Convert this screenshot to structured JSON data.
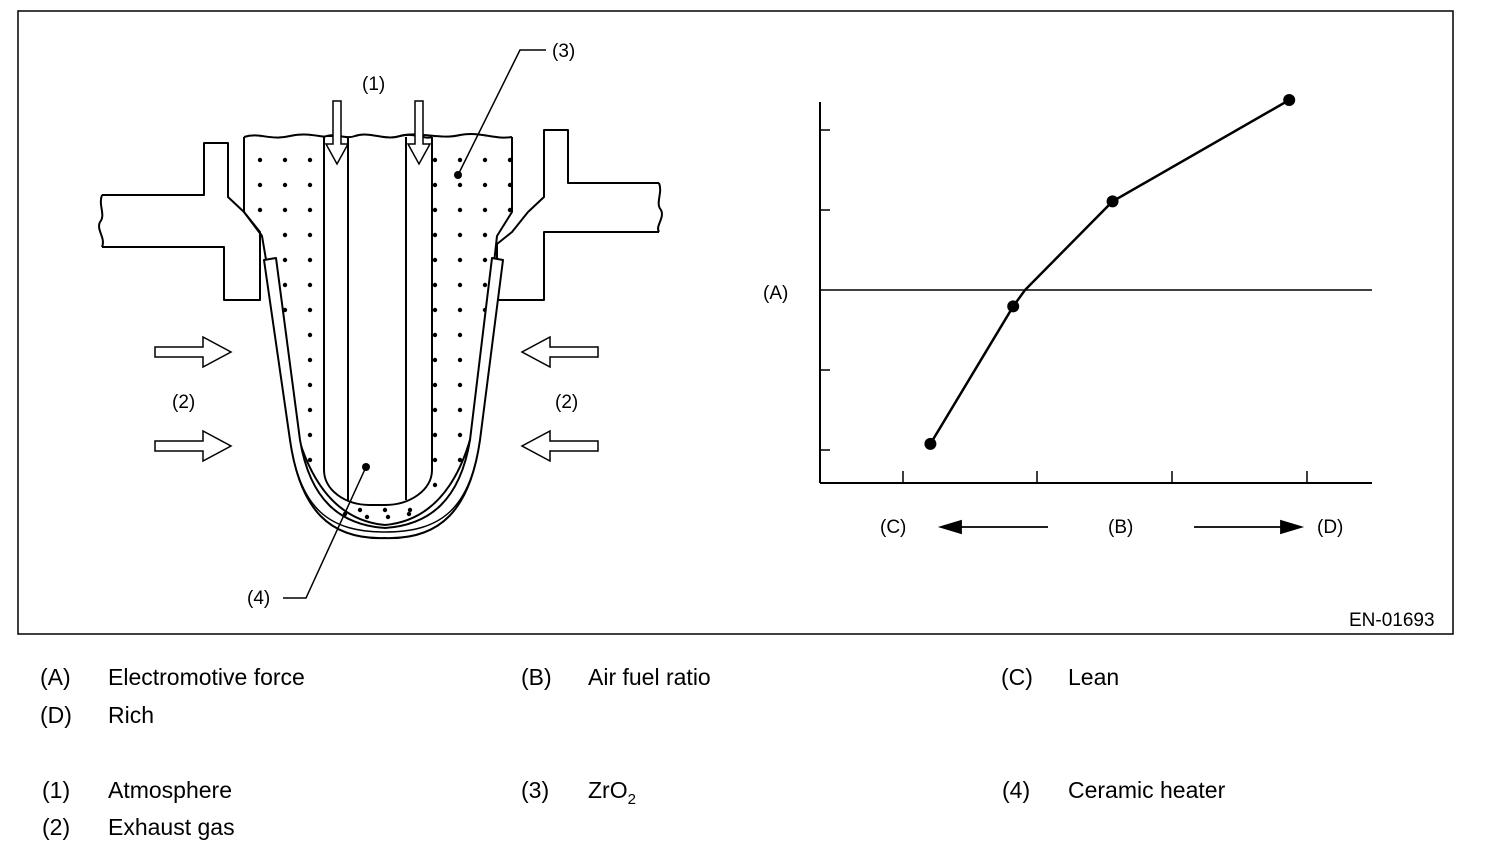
{
  "diagram": {
    "callouts": {
      "atmosphere": "(1)",
      "exhaust_left": "(2)",
      "exhaust_right": "(2)",
      "zro2": "(3)",
      "heater": "(4)"
    },
    "graph": {
      "y_label": "(A)",
      "x_label": "(B)",
      "left_label": "(C)",
      "right_label": "(D)",
      "points": [
        {
          "x": 0.2,
          "y": 0.05
        },
        {
          "x": 0.35,
          "y": 0.43
        },
        {
          "x": 0.53,
          "y": 0.72
        },
        {
          "x": 0.85,
          "y": 1.0
        }
      ]
    },
    "figure_id": "EN-01693"
  },
  "legend": {
    "letters": [
      {
        "key": "(A)",
        "value": "Electromotive force"
      },
      {
        "key": "(B)",
        "value": "Air fuel ratio"
      },
      {
        "key": "(C)",
        "value": "Lean"
      },
      {
        "key": "(D)",
        "value": "Rich"
      }
    ],
    "numbers": [
      {
        "key": "(1)",
        "value": "Atmosphere"
      },
      {
        "key": "(3)",
        "value": "ZrO",
        "subscript": "2"
      },
      {
        "key": "(4)",
        "value": "Ceramic heater"
      },
      {
        "key": "(2)",
        "value": "Exhaust gas"
      }
    ]
  }
}
